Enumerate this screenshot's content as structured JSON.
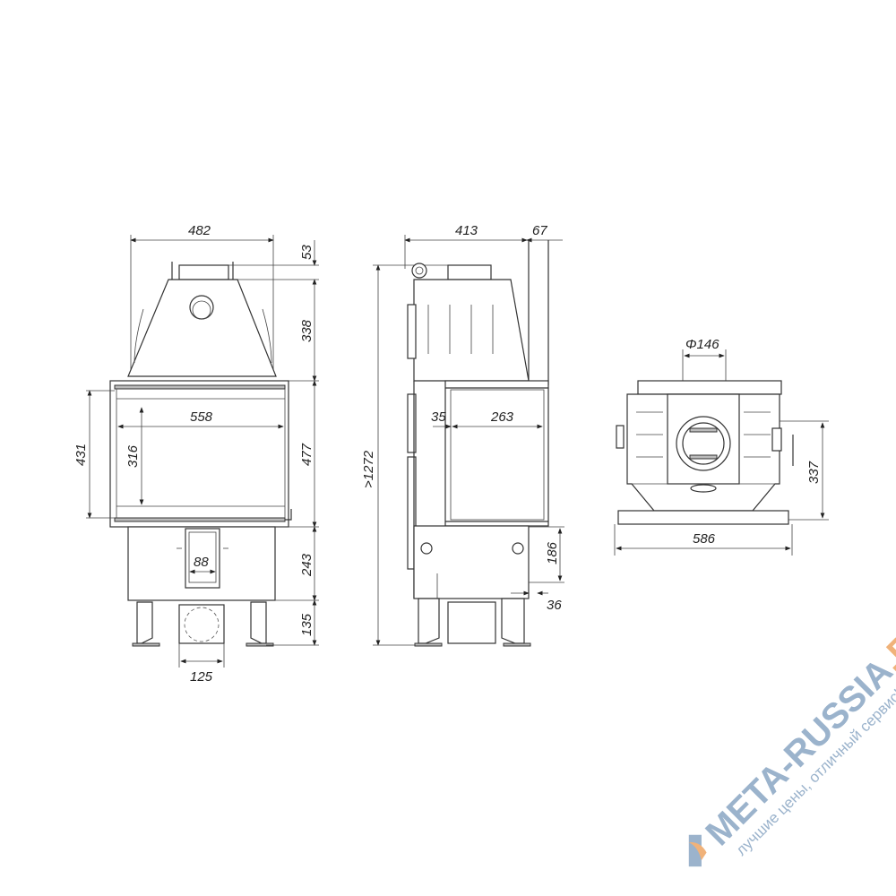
{
  "front_view": {
    "width_top": "482",
    "collar_height": "53",
    "hood_height": "338",
    "door_width": "558",
    "glass_height": "316",
    "door_height_left": "431",
    "door_height_right": "477",
    "base_height": "243",
    "leg_height": "135",
    "ash_width": "88",
    "duct_width": "125"
  },
  "side_view": {
    "depth": "413",
    "flue_offset": "67",
    "total_height": ">1272",
    "side_offset": "35",
    "side_glass": "263",
    "lower_height": "186",
    "lower_offset": "36"
  },
  "top_view": {
    "flue_diameter": "Φ146",
    "width": "586",
    "depth": "337"
  },
  "watermark": {
    "brand": "META-RUSSIA.RU",
    "slogan": "лучшие цены, отличный сервис!",
    "colors": {
      "blue": "#9bb3cc",
      "orange": "#f0b27a"
    }
  }
}
